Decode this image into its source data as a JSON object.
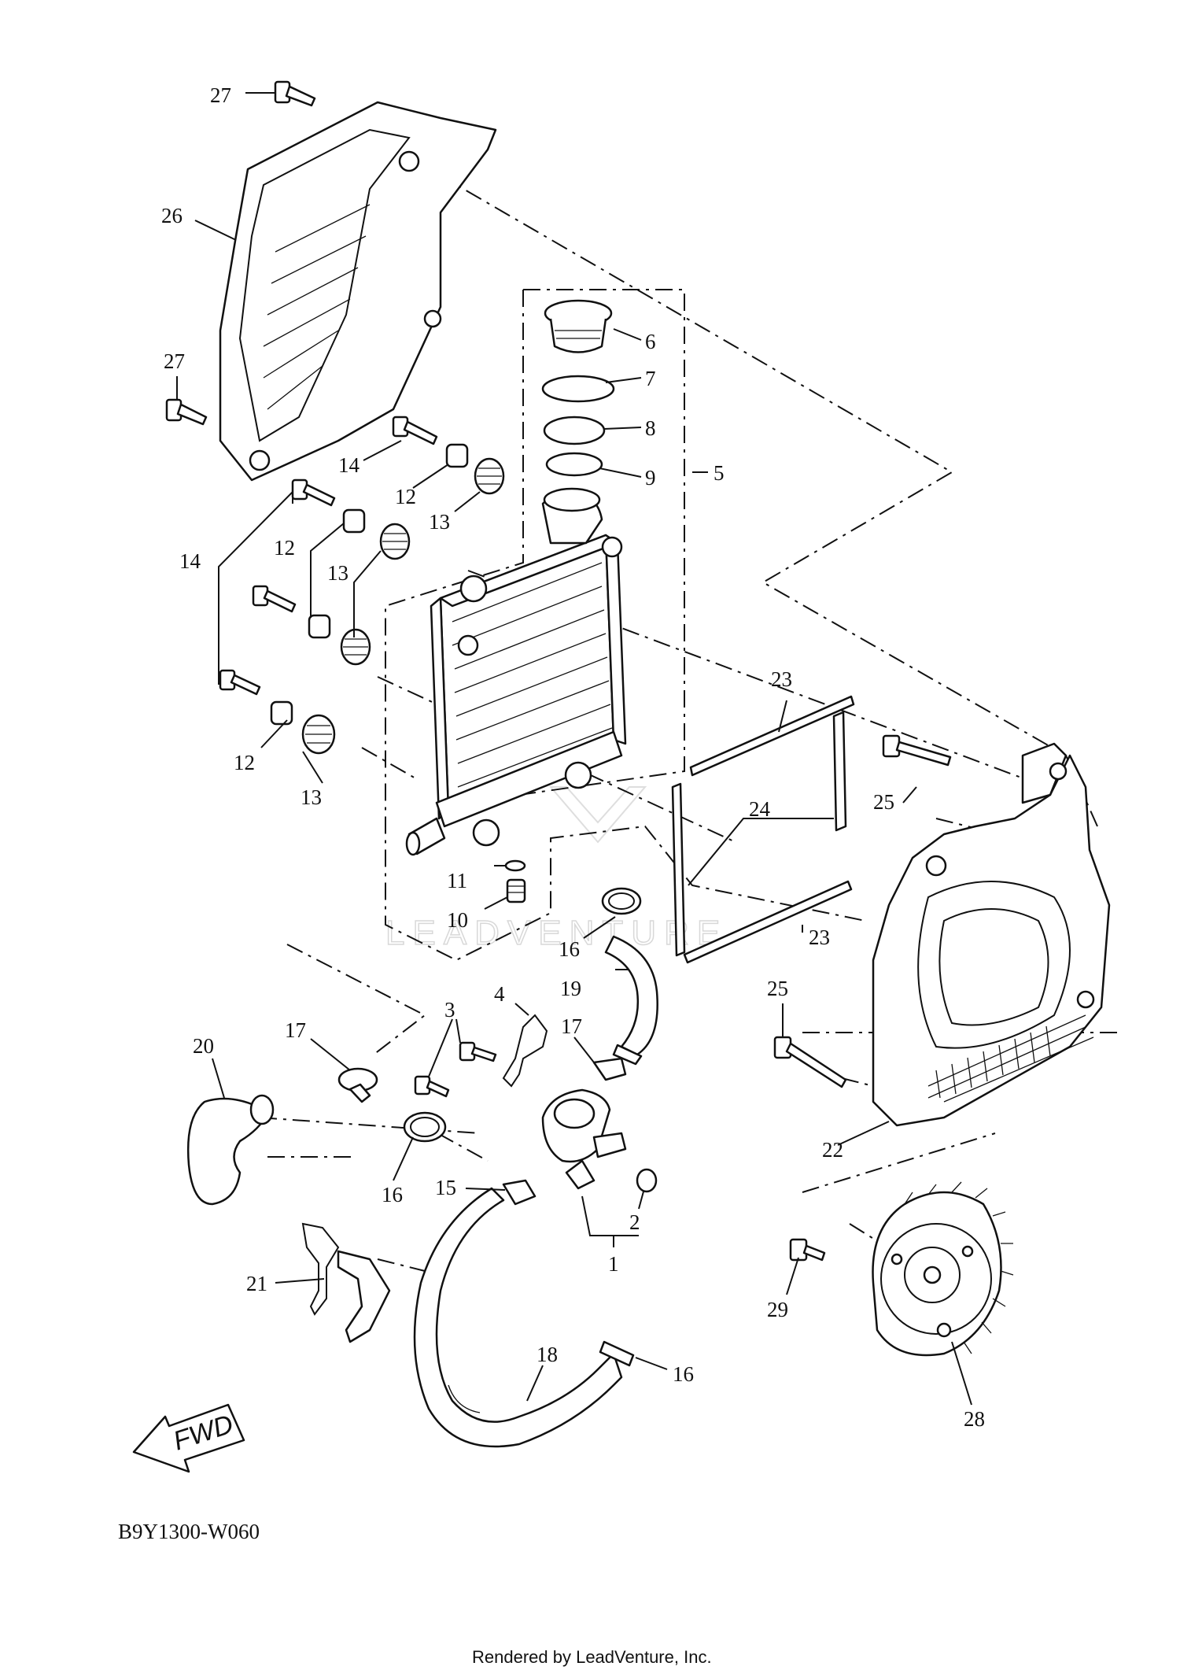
{
  "diagram_code": "B9Y1300-W060",
  "footer": "Rendered by LeadVenture, Inc.",
  "watermark": "LEADVENTURE",
  "direction_arrow": "FWD",
  "callouts": [
    {
      "id": "c27a",
      "label": "27"
    },
    {
      "id": "c26",
      "label": "26"
    },
    {
      "id": "c27b",
      "label": "27"
    },
    {
      "id": "c6",
      "label": "6"
    },
    {
      "id": "c7",
      "label": "7"
    },
    {
      "id": "c8",
      "label": "8"
    },
    {
      "id": "c9",
      "label": "9"
    },
    {
      "id": "c5",
      "label": "5"
    },
    {
      "id": "c14a",
      "label": "14"
    },
    {
      "id": "c12a",
      "label": "12"
    },
    {
      "id": "c13a",
      "label": "13"
    },
    {
      "id": "c12b",
      "label": "12"
    },
    {
      "id": "c14b",
      "label": "14"
    },
    {
      "id": "c13b",
      "label": "13"
    },
    {
      "id": "c12c",
      "label": "12"
    },
    {
      "id": "c13c",
      "label": "13"
    },
    {
      "id": "c23a",
      "label": "23"
    },
    {
      "id": "c24",
      "label": "24"
    },
    {
      "id": "c25a",
      "label": "25"
    },
    {
      "id": "c11",
      "label": "11"
    },
    {
      "id": "c10",
      "label": "10"
    },
    {
      "id": "c16a",
      "label": "16"
    },
    {
      "id": "c23b",
      "label": "23"
    },
    {
      "id": "c19",
      "label": "19"
    },
    {
      "id": "c25b",
      "label": "25"
    },
    {
      "id": "c3",
      "label": "3"
    },
    {
      "id": "c4",
      "label": "4"
    },
    {
      "id": "c17a",
      "label": "17"
    },
    {
      "id": "c17b",
      "label": "17"
    },
    {
      "id": "c20",
      "label": "20"
    },
    {
      "id": "c22",
      "label": "22"
    },
    {
      "id": "c16b",
      "label": "16"
    },
    {
      "id": "c15",
      "label": "15"
    },
    {
      "id": "c2",
      "label": "2"
    },
    {
      "id": "c1",
      "label": "1"
    },
    {
      "id": "c21",
      "label": "21"
    },
    {
      "id": "c29",
      "label": "29"
    },
    {
      "id": "c18",
      "label": "18"
    },
    {
      "id": "c16c",
      "label": "16"
    },
    {
      "id": "c28",
      "label": "28"
    }
  ]
}
